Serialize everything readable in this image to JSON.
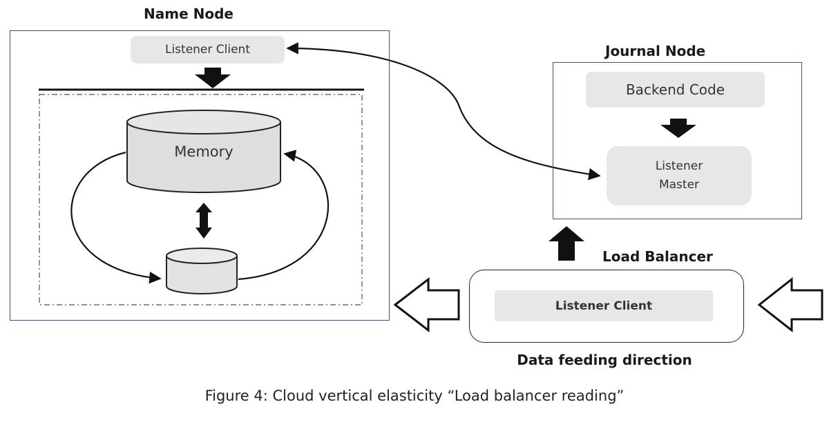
{
  "name_node": {
    "title": "Name Node",
    "listener_client": "Listener Client",
    "memory_label": "Memory"
  },
  "journal_node": {
    "title": "Journal Node",
    "backend_code": "Backend Code",
    "listener_master": "Listener Master"
  },
  "load_balancer": {
    "title": "Load Balancer",
    "listener_client": "Listener Client",
    "direction_label": "Data feeding direction"
  },
  "caption": "Figure 4: Cloud vertical elasticity “Load balancer reading”"
}
